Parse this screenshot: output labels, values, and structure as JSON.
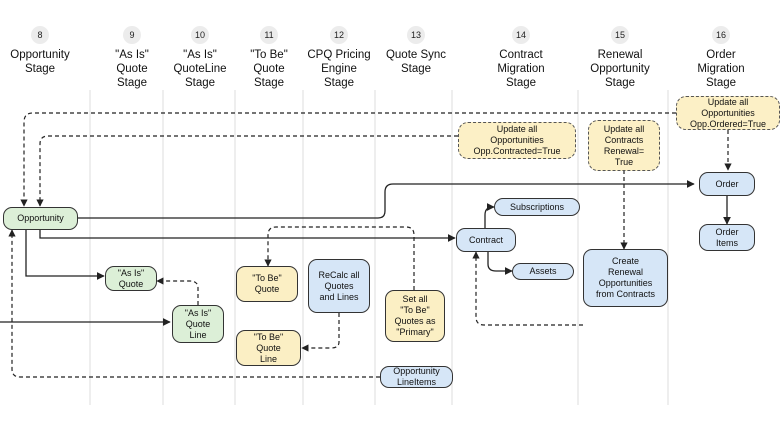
{
  "stages": [
    {
      "num": "8",
      "title": "Opportunity\nStage"
    },
    {
      "num": "9",
      "title": "\"As Is\"\nQuote\nStage"
    },
    {
      "num": "10",
      "title": "\"As Is\"\nQuoteLine\nStage"
    },
    {
      "num": "11",
      "title": "\"To Be\"\nQuote\nStage"
    },
    {
      "num": "12",
      "title": "CPQ Pricing\nEngine\nStage"
    },
    {
      "num": "13",
      "title": "Quote Sync\nStage"
    },
    {
      "num": "14",
      "title": "Contract\nMigration\nStage"
    },
    {
      "num": "15",
      "title": "Renewal\nOpportunity\nStage"
    },
    {
      "num": "16",
      "title": "Order\nMigration\nStage"
    }
  ],
  "nodes": {
    "opportunity": "Opportunity",
    "as_is_quote": "\"As Is\"\nQuote",
    "as_is_quote_line": "\"As Is\"\nQuote\nLine",
    "to_be_quote": "\"To Be\"\nQuote",
    "to_be_quote_line": "\"To Be\"\nQuote\nLine",
    "recalc": "ReCalc all\nQuotes\nand Lines",
    "set_primary": "Set all\n\"To Be\"\nQuotes as\n\"Primary\"",
    "opportunity_lineitems": "Opportunity\nLineItems",
    "subscriptions": "Subscriptions",
    "contract": "Contract",
    "assets": "Assets",
    "renewal_opps": "Create\nRenewal\nOpportunities\nfrom Contracts",
    "order": "Order",
    "order_items": "Order\nItems"
  },
  "notes": {
    "contracted": "Update all\nOpportunities\nOpp.Contracted=True",
    "renewal": "Update all\nContracts\nRenewal=\nTrue",
    "ordered": "Update all\nOpportunities\nOpp.Ordered=True"
  }
}
